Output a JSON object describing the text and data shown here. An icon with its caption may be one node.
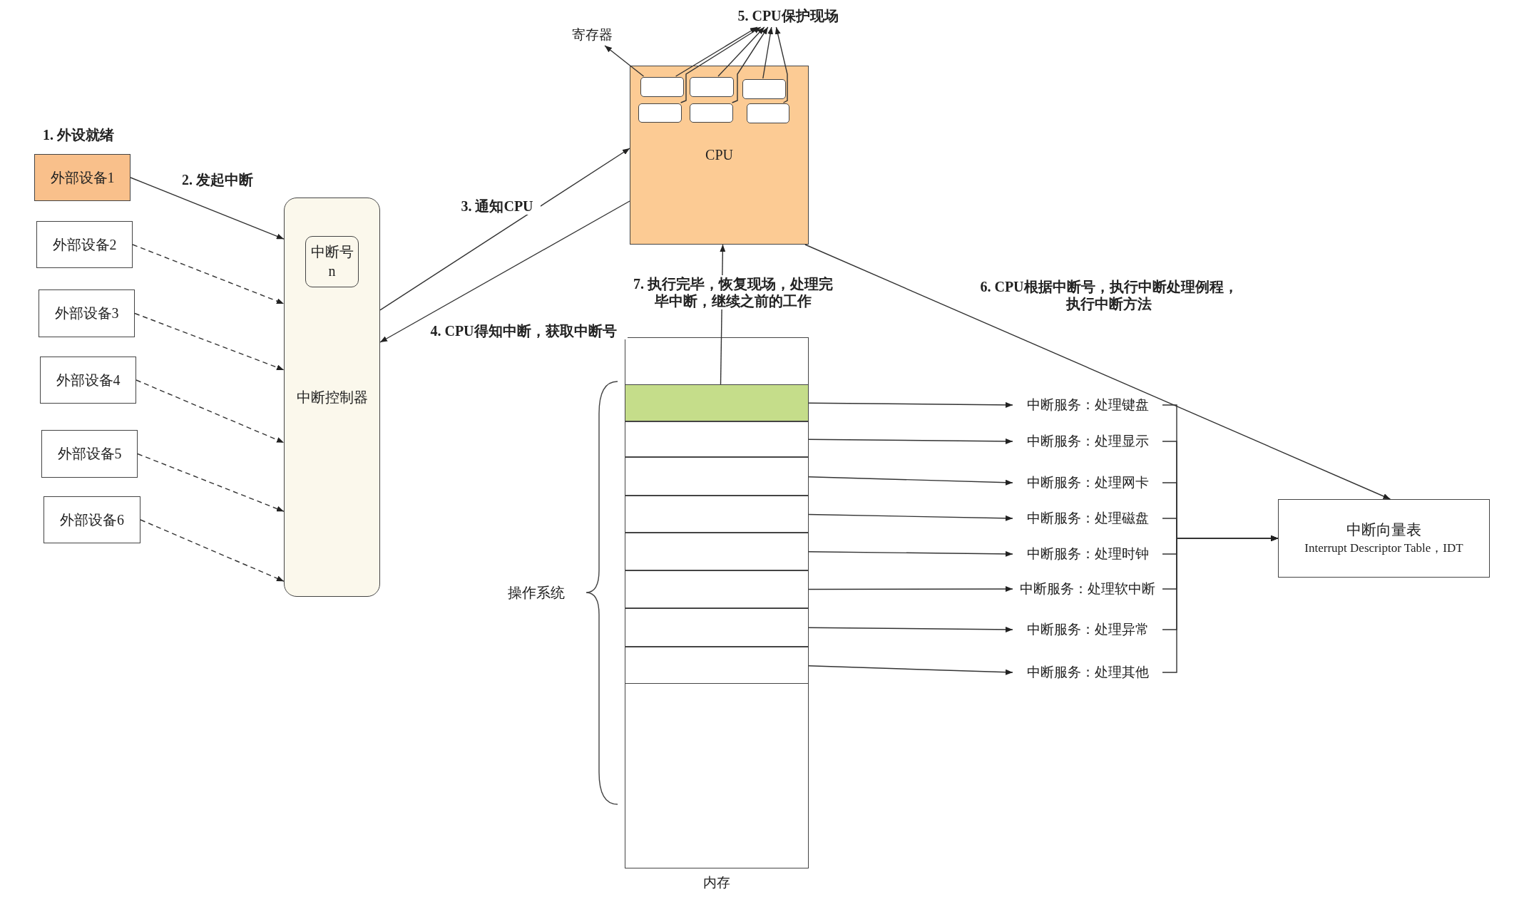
{
  "diagram": {
    "nodes": [
      {
        "text": [
          "寄存器"
        ]
      },
      {
        "text": [
          "5. CPU保护现场"
        ]
      },
      {
        "text": [
          "CPU"
        ]
      },
      {
        "text": [],
        "shape": "box",
        "in": 2
      },
      {
        "text": [],
        "shape": "box",
        "in": 2
      },
      {
        "text": [],
        "shape": "box",
        "in": 2
      },
      {
        "text": [],
        "shape": "box",
        "in": 2
      },
      {
        "text": [],
        "shape": "box",
        "in": 2
      },
      {
        "text": [],
        "shape": "box",
        "in": 2
      },
      {
        "text": [
          "外部设备1"
        ],
        "beside": [
          "1. 外设就绪"
        ]
      },
      {
        "text": [
          "外部设备2"
        ]
      },
      {
        "text": [
          "外部设备3"
        ]
      },
      {
        "text": [
          "外部设备4"
        ]
      },
      {
        "text": [
          "外部设备5"
        ]
      },
      {
        "text": [
          "外部设备6"
        ]
      },
      {
        "text": [
          "中断控制器"
        ]
      },
      {
        "text": [
          "中断号",
          "n"
        ],
        "in": 15
      },
      {
        "text": [
          "内存"
        ]
      },
      {
        "text": [],
        "shape": "box",
        "in": 17
      },
      {
        "text": [],
        "shape": "box",
        "in": 17
      },
      {
        "text": [],
        "shape": "box",
        "in": 17
      },
      {
        "text": [],
        "shape": "box",
        "in": 17
      },
      {
        "text": [],
        "shape": "box",
        "in": 17
      },
      {
        "text": [],
        "shape": "box",
        "in": 17
      },
      {
        "text": [],
        "shape": "box",
        "in": 17
      },
      {
        "text": [],
        "shape": "box",
        "in": 17
      },
      {
        "text": [
          "中断服务：处理键盘"
        ]
      },
      {
        "text": [
          "中断服务：处理显示"
        ]
      },
      {
        "text": [
          "中断服务：处理网卡"
        ]
      },
      {
        "text": [
          "中断服务：处理磁盘"
        ]
      },
      {
        "text": [
          "中断服务：处理时钟"
        ]
      },
      {
        "text": [
          "中断服务：处理软中断"
        ]
      },
      {
        "text": [
          "中断服务：处理异常"
        ]
      },
      {
        "text": [
          "中断服务：处理其他"
        ]
      },
      {
        "text": [
          "中断向量表",
          "Interrupt Descriptor Table，IDT"
        ]
      }
    ],
    "edges": [
      {
        "from": 3,
        "to": 0,
        "arrow": "to"
      },
      {
        "from": 3,
        "to": 1,
        "arrow": "to"
      },
      {
        "from": 4,
        "to": 1,
        "arrow": "to"
      },
      {
        "from": 5,
        "to": 1,
        "arrow": "to"
      },
      {
        "from": 6,
        "to": 1,
        "arrow": "to"
      },
      {
        "from": 7,
        "to": 1,
        "arrow": "to"
      },
      {
        "from": 8,
        "to": 1,
        "arrow": "to"
      },
      {
        "from": 9,
        "to": 15,
        "arrow": "to",
        "label": "2. 发起中断"
      },
      {
        "from": 10,
        "to": 15,
        "arrow": "to",
        "style": "dashed"
      },
      {
        "from": 11,
        "to": 15,
        "arrow": "to",
        "style": "dashed"
      },
      {
        "from": 12,
        "to": 15,
        "arrow": "to",
        "style": "dashed"
      },
      {
        "from": 13,
        "to": 15,
        "arrow": "to",
        "style": "dashed"
      },
      {
        "from": 14,
        "to": 15,
        "arrow": "to",
        "style": "dashed"
      },
      {
        "from": 15,
        "to": 2,
        "arrow": "to",
        "label": "3. 通知CPU"
      },
      {
        "from": 2,
        "to": 15,
        "arrow": "to",
        "label": "4. CPU得知中断，获取中断号"
      },
      {
        "from": 2,
        "to": 34,
        "arrow": "to",
        "label": "6. CPU根据中断号，执行中断处理例程，执行中断方法"
      },
      {
        "from": 18,
        "to": 2,
        "arrow": "to",
        "label": "7. 执行完毕，恢复现场，处理完毕中断，继续之前的工作"
      },
      {
        "from": 18,
        "to": 26,
        "arrow": "to"
      },
      {
        "from": 19,
        "to": 27,
        "arrow": "to"
      },
      {
        "from": 20,
        "to": 28,
        "arrow": "to"
      },
      {
        "from": 21,
        "to": 29,
        "arrow": "to"
      },
      {
        "from": 22,
        "to": 30,
        "arrow": "to"
      },
      {
        "from": 23,
        "to": 31,
        "arrow": "to"
      },
      {
        "from": 24,
        "to": 32,
        "arrow": "to"
      },
      {
        "from": 25,
        "to": 33,
        "arrow": "to"
      },
      {
        "from": 26,
        "to": 34,
        "arrow": "to"
      },
      {
        "from": 27,
        "to": 34,
        "arrow": "to"
      },
      {
        "from": 28,
        "to": 34,
        "arrow": "to"
      },
      {
        "from": 29,
        "to": 34,
        "arrow": "to"
      },
      {
        "from": 30,
        "to": 34,
        "arrow": "to"
      },
      {
        "from": 31,
        "to": 34,
        "arrow": "to"
      },
      {
        "from": 32,
        "to": 34,
        "arrow": "to"
      },
      {
        "from": 33,
        "to": 34,
        "arrow": "to"
      }
    ],
    "labels": [
      "操作系统"
    ]
  }
}
